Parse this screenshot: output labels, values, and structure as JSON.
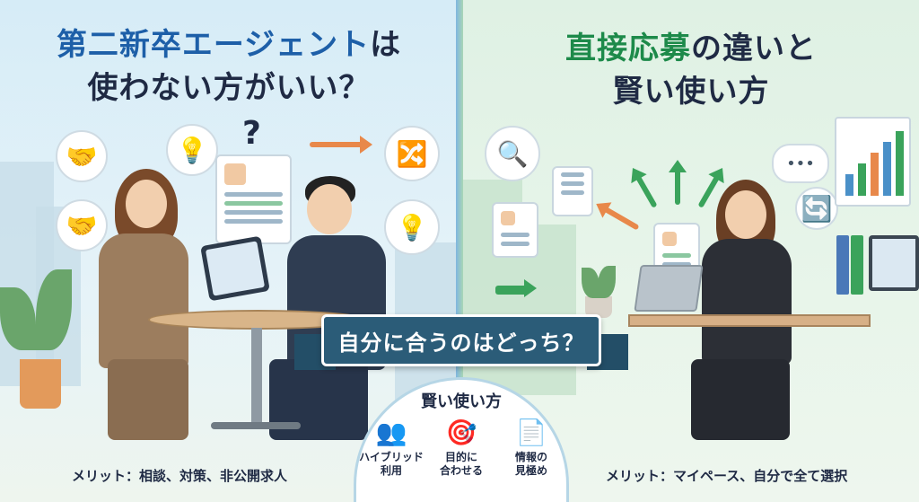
{
  "left": {
    "title_line1_highlight": "第二新卒エージェント",
    "title_line1_rest": "は",
    "title_line2": "使わない方がいい？",
    "question_mark": "?",
    "merit": "メリット：相談、対策、非公開求人"
  },
  "right": {
    "title_line1_highlight": "直接応募",
    "title_line1_rest": "の違いと",
    "title_line2": "賢い使い方",
    "merit": "メリット：マイペース、自分で全て選択"
  },
  "banner": {
    "text": "自分に合うのはどっち？"
  },
  "tips": {
    "title": "賢い使い方",
    "items": [
      {
        "label": "ハイブリッド\n利用",
        "icon": "people-arrows-icon"
      },
      {
        "label": "目的に\n合わせる",
        "icon": "target-icon"
      },
      {
        "label": "情報の\n見極め",
        "icon": "document-search-icon"
      }
    ]
  },
  "colors": {
    "left_accent": "#1d5fa8",
    "right_accent": "#1d8a4a",
    "banner": "#2b5c78",
    "title_dark": "#1f2a44"
  }
}
